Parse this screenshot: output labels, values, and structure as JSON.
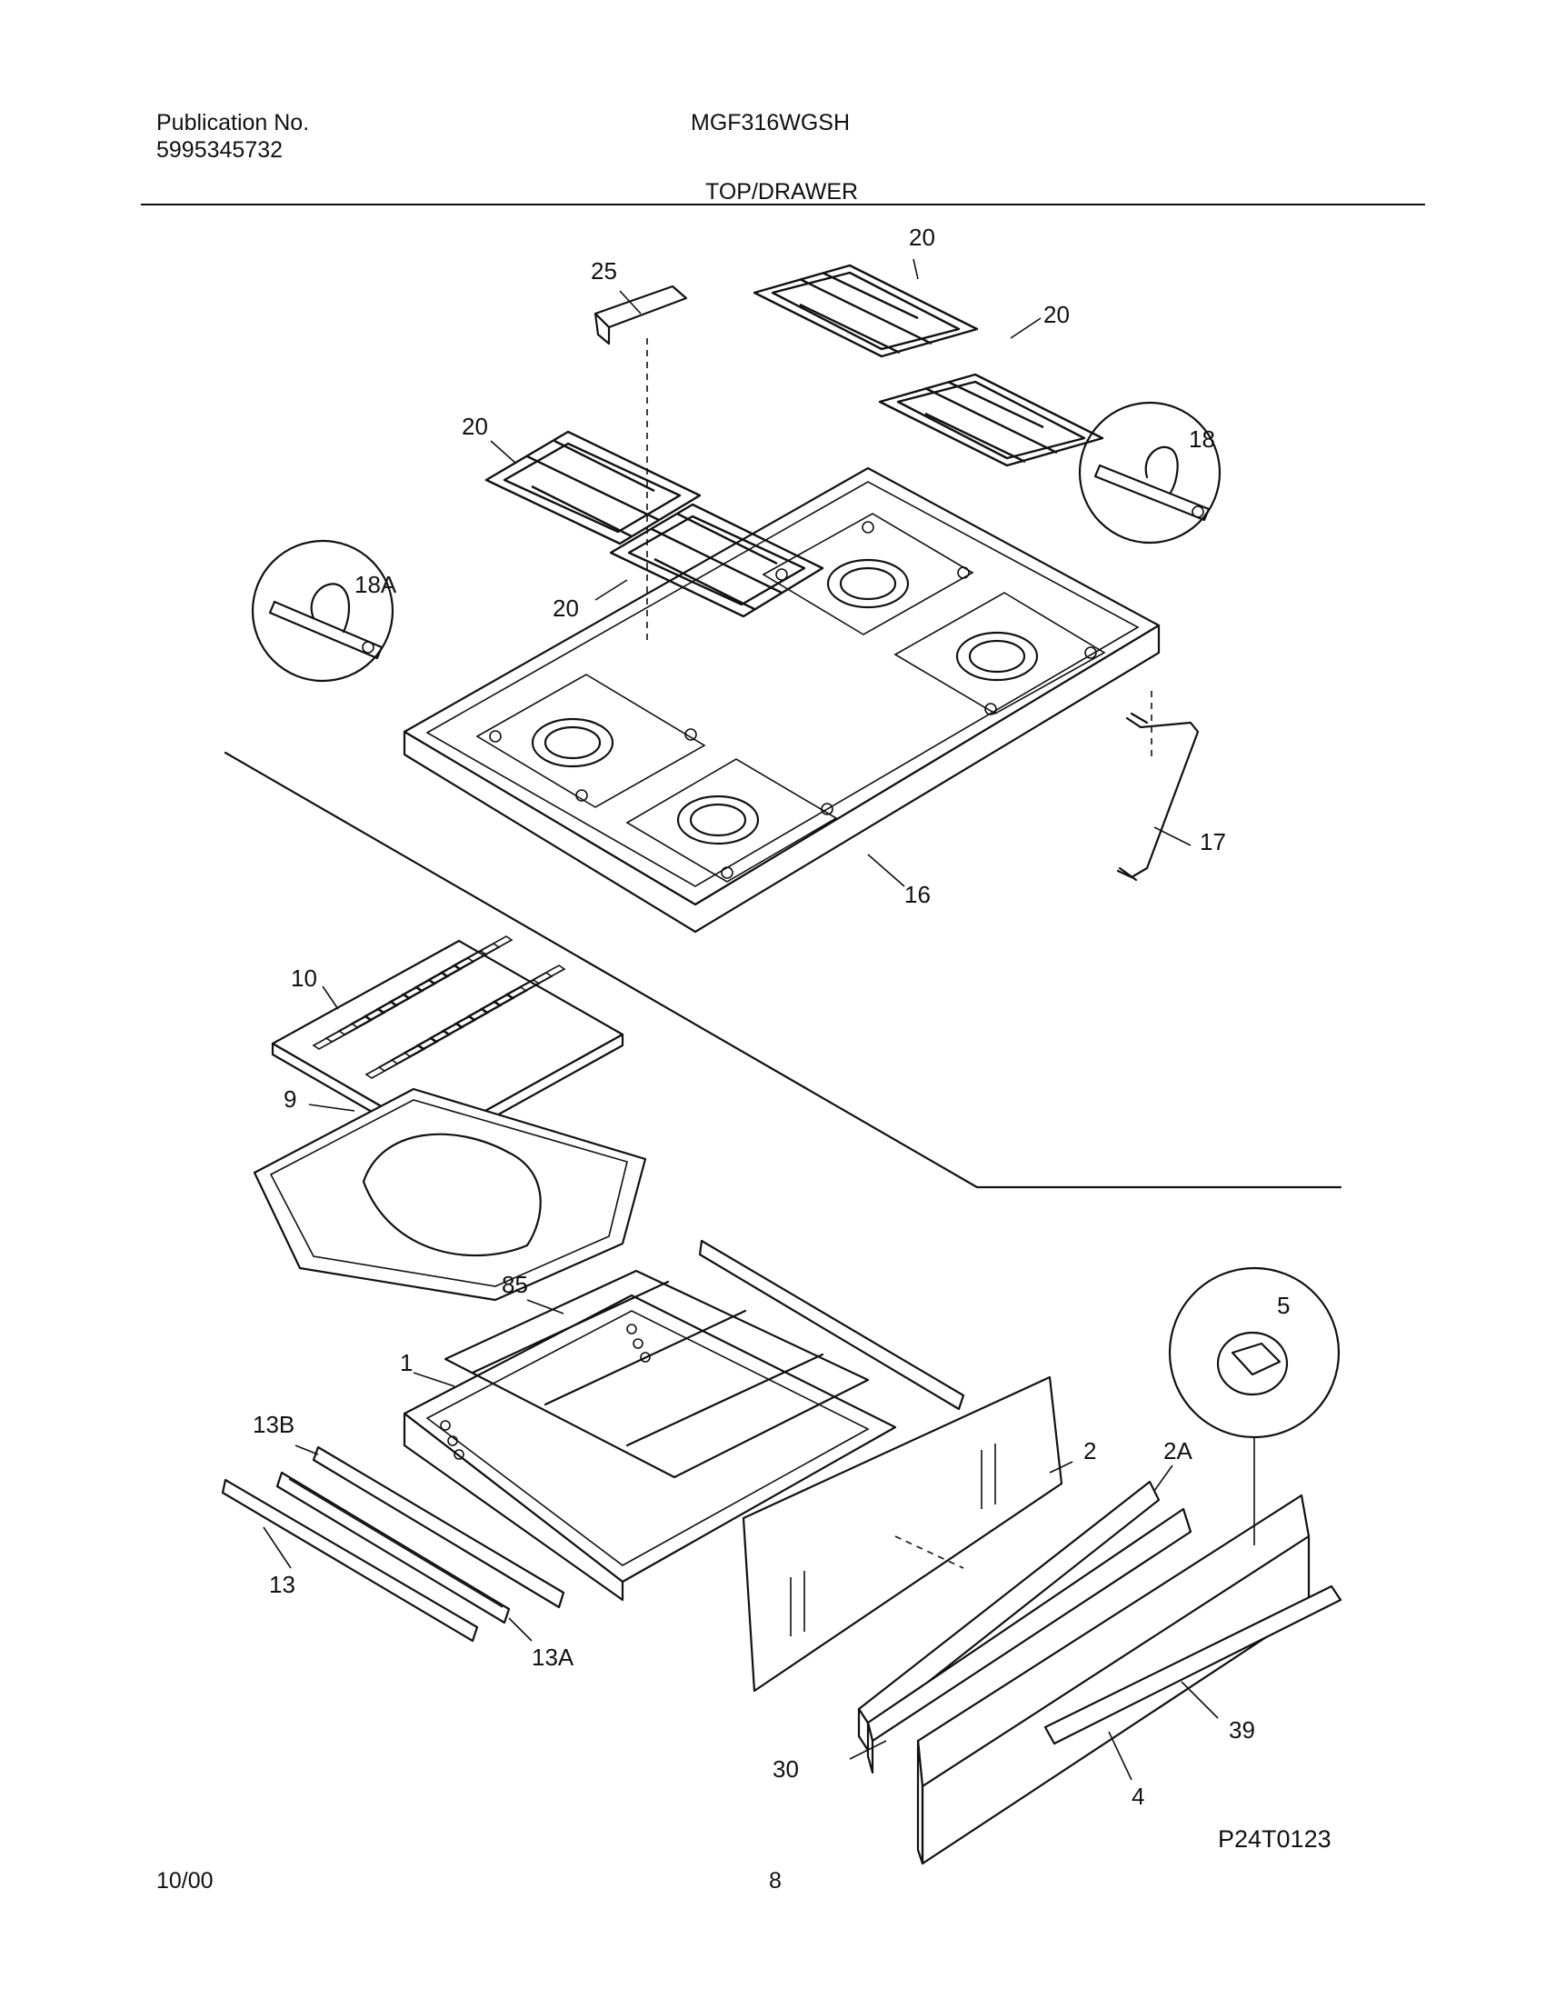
{
  "header": {
    "publication_label": "Publication No.",
    "publication_number": "5995345732",
    "model": "MGF316WGSH",
    "section_title": "TOP/DRAWER"
  },
  "footer": {
    "date": "10/00",
    "page_number": "8",
    "diagram_code": "P24T0123"
  },
  "callouts": [
    "25",
    "20",
    "20",
    "20",
    "20",
    "18",
    "18A",
    "17",
    "16",
    "10",
    "9",
    "85",
    "1",
    "5",
    "13B",
    "2",
    "2A",
    "13",
    "13A",
    "39",
    "30",
    "4"
  ]
}
